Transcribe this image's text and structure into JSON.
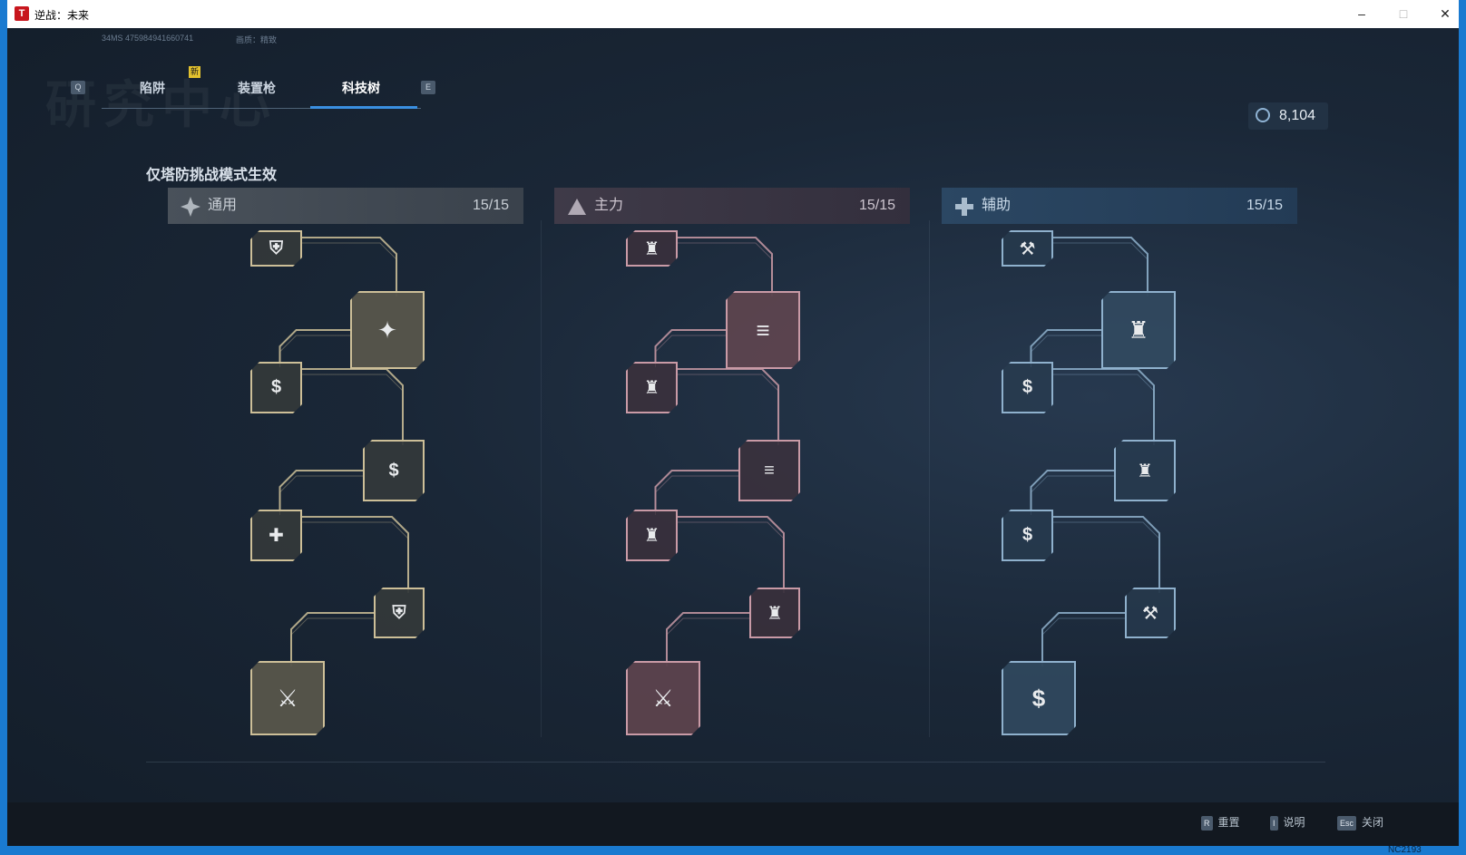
{
  "window": {
    "title": "逆战：未来",
    "app_icon_letter": "T"
  },
  "meta": {
    "ping": "34MS",
    "uid": "475984941660741",
    "quality": "画质：精致"
  },
  "watermark": "研究中心",
  "tabs": {
    "prev_key": "Q",
    "next_key": "E",
    "items": [
      {
        "label": "陷阱",
        "badge": "新"
      },
      {
        "label": "装置枪"
      },
      {
        "label": "科技树",
        "active": true
      }
    ]
  },
  "currency": {
    "icon": "coin-icon",
    "amount": "8,104"
  },
  "notice": "仅塔防挑战模式生效",
  "trees": [
    {
      "name": "通用",
      "progress": "15/15",
      "icon": "diamond-star-icon",
      "color": "#cdbf98"
    },
    {
      "name": "主力",
      "progress": "15/15",
      "icon": "mountain-icon",
      "color": "#c99aa6"
    },
    {
      "name": "辅助",
      "progress": "15/15",
      "icon": "plus-icon",
      "color": "#8fb1cd"
    }
  ],
  "nodes": {
    "general": [
      "shield-icon",
      "badge-upgrade-icon",
      "dollar-icon",
      "dollar-wrench-icon",
      "heart-plus-icon",
      "shield-icon",
      "sword-icon"
    ],
    "main": [
      "tower-icon",
      "missiles-icon",
      "tower-icon",
      "missiles-icon",
      "tower-icon",
      "tower-icon",
      "sword-icon"
    ],
    "support": [
      "wrench-icon",
      "tower-plus-icon",
      "dollar-icon",
      "tower-icon",
      "dollar-wrench-icon",
      "wrench-icon",
      "dollar-icon"
    ]
  },
  "hints": [
    {
      "key": "R",
      "label": "重置"
    },
    {
      "key": "I",
      "label": "说明"
    },
    {
      "key": "Esc",
      "label": "关闭"
    }
  ],
  "corner_text": "NC2193"
}
